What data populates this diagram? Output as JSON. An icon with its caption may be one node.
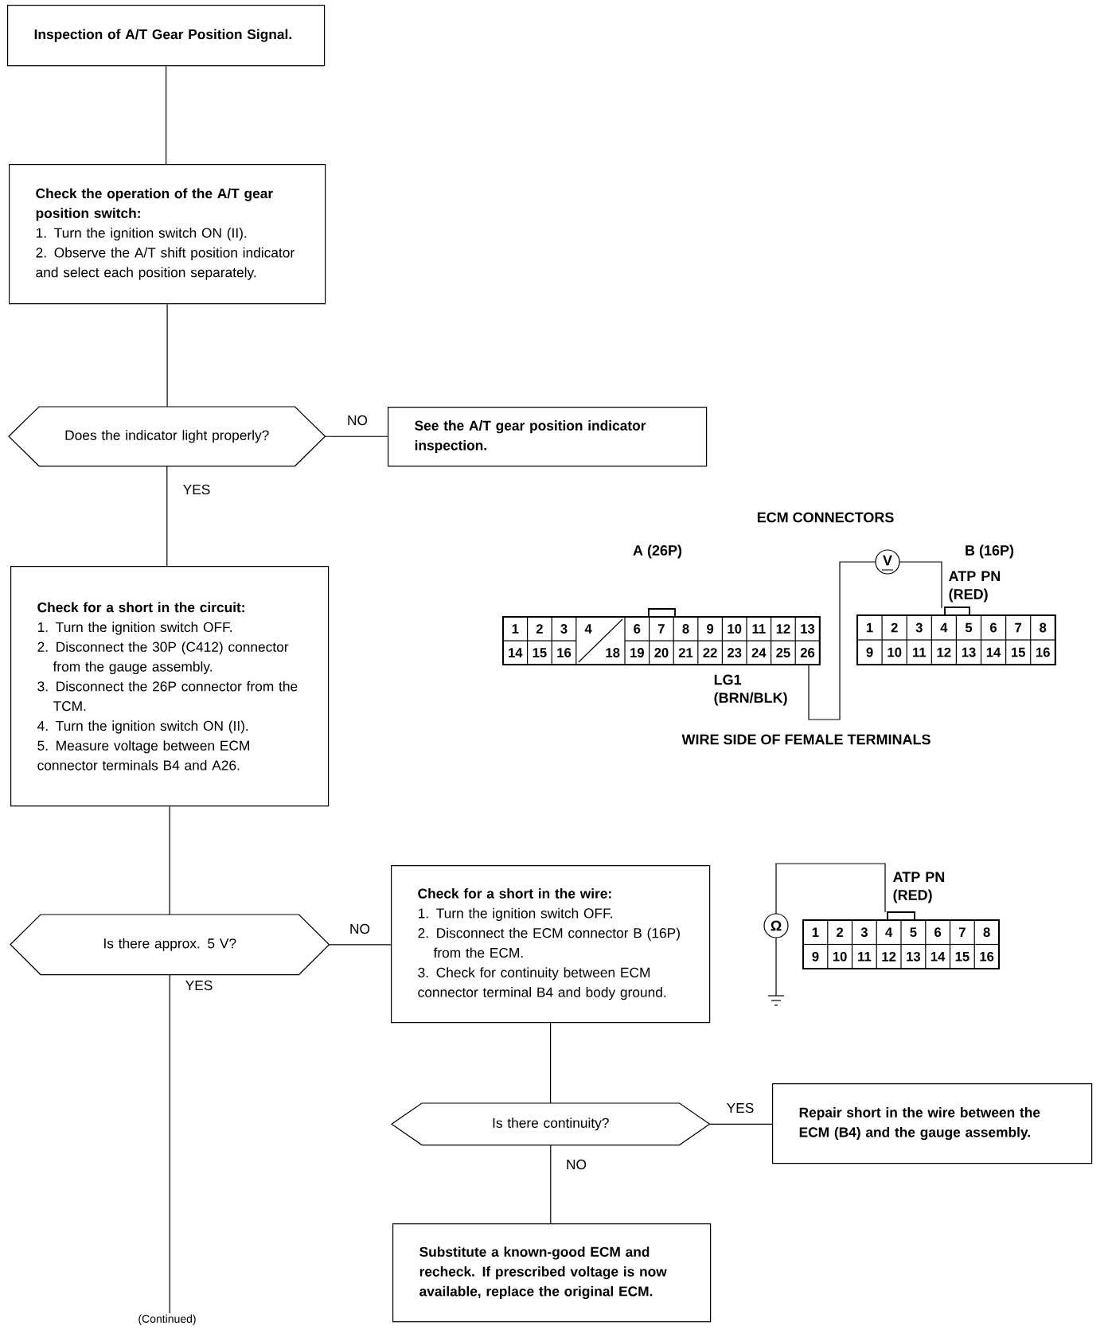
{
  "diagram": {
    "nodes": [
      {
        "text": [
          "Inspection of A/T Gear Position Signal."
        ]
      },
      {
        "text": [
          "Check the operation of the A/T gear position switch:",
          "1. Turn the ignition switch ON (II).",
          "2. Observe the A/T shift position indicator and select each position separately."
        ]
      },
      {
        "text": [
          "Does the indicator light properly?"
        ]
      },
      {
        "text": [
          "See the A/T gear position indicator inspection."
        ]
      },
      {
        "text": [
          "Check for a short in the circuit:",
          "1. Turn the ignition switch OFF.",
          "2. Disconnect the 30P (C412) connector from the gauge assembly.",
          "3. Disconnect the 26P connector from the TCM.",
          "4. Turn the ignition switch ON (II).",
          "5. Measure voltage between ECM connector terminals B4 and A26."
        ]
      },
      {
        "text": [
          "Is there approx. 5 V?"
        ]
      },
      {
        "text": [
          "Check for a short in the wire:",
          "1. Turn the ignition switch OFF.",
          "2. Disconnect the ECM connector B (16P) from the ECM.",
          "3. Check for continuity between ECM connector terminal B4 and body ground."
        ]
      },
      {
        "text": [
          "Is there continuity?"
        ]
      },
      {
        "text": [
          "Repair short in the wire between the ECM (B4) and the gauge assembly."
        ]
      },
      {
        "text": [
          "Substitute a known-good ECM and recheck. If prescribed voltage is now available, replace the original ECM."
        ]
      },
      {
        "text": [
          "(Continued)"
        ]
      }
    ],
    "edges": [
      {
        "from": 0,
        "to": 1,
        "arrow": "none"
      },
      {
        "from": 1,
        "to": 2,
        "arrow": "none"
      },
      {
        "from": 2,
        "to": 3,
        "arrow": "none",
        "label": "NO"
      },
      {
        "from": 2,
        "to": 4,
        "arrow": "none",
        "label": "YES"
      },
      {
        "from": 4,
        "to": 5,
        "arrow": "none"
      },
      {
        "from": 5,
        "to": 6,
        "arrow": "none",
        "label": "NO"
      },
      {
        "from": 5,
        "to": 10,
        "arrow": "none",
        "label": "YES"
      },
      {
        "from": 6,
        "to": 7,
        "arrow": "none"
      },
      {
        "from": 7,
        "to": 8,
        "arrow": "none",
        "label": "YES"
      },
      {
        "from": 7,
        "to": 9,
        "arrow": "none",
        "label": "NO"
      }
    ],
    "labels": [
      "ECM CONNECTORS",
      "A (26P)",
      "B (16P)",
      "V",
      "ATP PN (RED)",
      "1",
      "2",
      "3",
      "4",
      "6",
      "7",
      "8",
      "9",
      "10",
      "11",
      "12",
      "13",
      "14",
      "15",
      "16",
      "18",
      "19",
      "20",
      "21",
      "22",
      "23",
      "24",
      "25",
      "26",
      "LG1 (BRN/BLK)",
      "1",
      "2",
      "3",
      "4",
      "5",
      "6",
      "7",
      "8",
      "9",
      "10",
      "11",
      "12",
      "13",
      "14",
      "15",
      "16",
      "WIRE SIDE OF FEMALE TERMINALS",
      "ATP PN (RED)",
      "Ω",
      "1",
      "2",
      "3",
      "4",
      "5",
      "6",
      "7",
      "8",
      "9",
      "10",
      "11",
      "12",
      "13",
      "14",
      "15",
      "16"
    ]
  }
}
